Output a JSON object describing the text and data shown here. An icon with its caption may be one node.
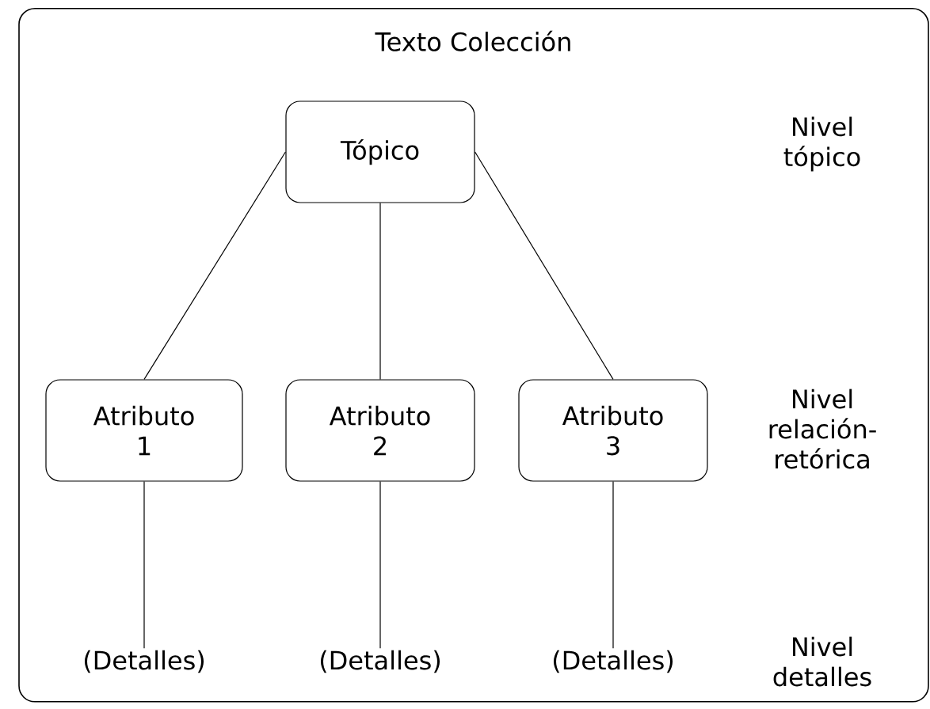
{
  "diagram": {
    "nodes": [
      {
        "text": [
          "Texto Colección"
        ]
      },
      {
        "text": [
          "Tópico"
        ],
        "in": 0
      },
      {
        "text": [
          "Atributo 1"
        ],
        "in": 0
      },
      {
        "text": [
          "Atributo 2"
        ],
        "in": 0
      },
      {
        "text": [
          "Atributo 3"
        ],
        "in": 0
      },
      {
        "text": [
          "(Detalles)"
        ],
        "in": 0
      },
      {
        "text": [
          "(Detalles)"
        ],
        "in": 0
      },
      {
        "text": [
          "(Detalles)"
        ],
        "in": 0
      }
    ],
    "edges": [
      {
        "from": 1,
        "to": 2,
        "arrow": "none"
      },
      {
        "from": 1,
        "to": 3,
        "arrow": "none"
      },
      {
        "from": 1,
        "to": 4,
        "arrow": "none"
      },
      {
        "from": 2,
        "to": 5,
        "arrow": "none"
      },
      {
        "from": 3,
        "to": 6,
        "arrow": "none"
      },
      {
        "from": 4,
        "to": 7,
        "arrow": "none"
      }
    ],
    "labels": [
      "Nivel tópico",
      "Nivel relación-retórica",
      "Nivel detalles"
    ]
  }
}
